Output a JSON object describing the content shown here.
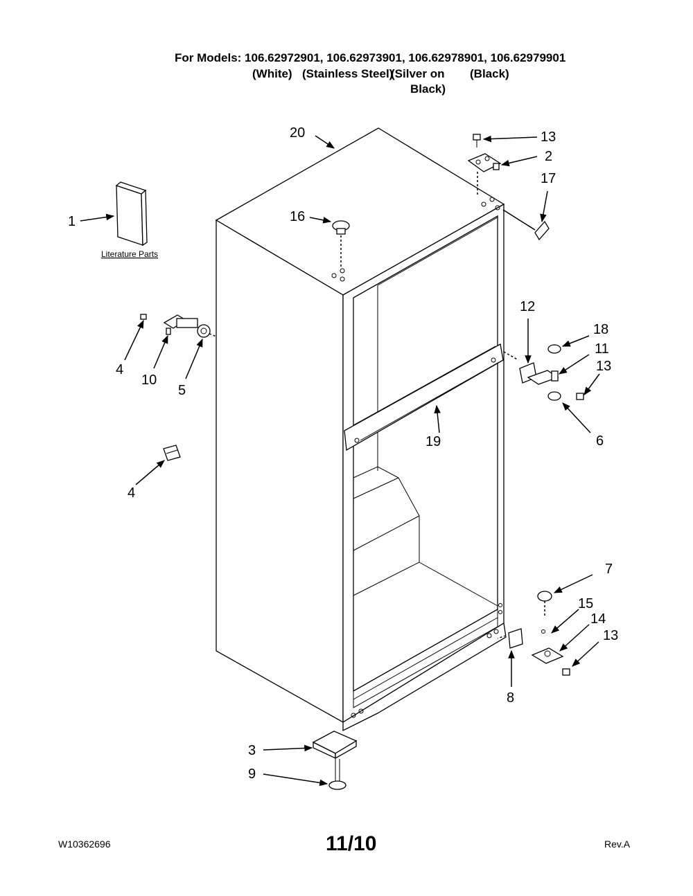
{
  "header": {
    "models_line": "For Models: 106.62972901, 106.62973901, 106.62978901, 106.62979901",
    "finish_white": "(White)",
    "finish_stainless": "(Stainless Steel)",
    "finish_silver": "(Silver on",
    "finish_silver_2": "Black)",
    "finish_black": "(Black)"
  },
  "diagram": {
    "literature_label": "Literature Parts",
    "callouts": {
      "c1": "1",
      "c2": "2",
      "c3": "3",
      "c4a": "4",
      "c4b": "4",
      "c5": "5",
      "c6": "6",
      "c7": "7",
      "c8": "8",
      "c9": "9",
      "c10": "10",
      "c11": "11",
      "c12": "12",
      "c13a": "13",
      "c13b": "13",
      "c13c": "13",
      "c14": "14",
      "c15": "15",
      "c16": "16",
      "c17": "17",
      "c18": "18",
      "c19": "19",
      "c20": "20"
    }
  },
  "footer": {
    "doc_number": "W10362696",
    "date": "11/10",
    "revision": "Rev.A"
  }
}
